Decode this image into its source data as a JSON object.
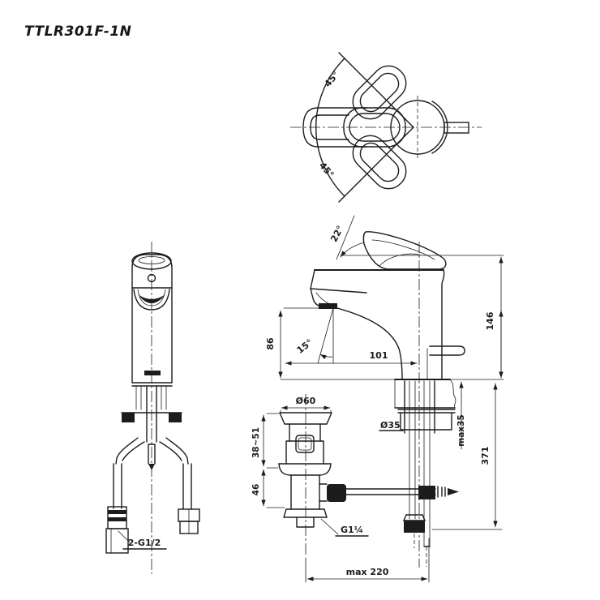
{
  "title": "TTLR301F-1N",
  "colors": {
    "ink": "#1c1c1c",
    "background": "#ffffff"
  },
  "top_view": {
    "angle_upper": "45°",
    "angle_lower": "45°"
  },
  "side_view": {
    "handle_angle": "22°",
    "spout_angle": "15°",
    "height_spout": "86",
    "reach": "101",
    "height_total": "146",
    "hole_diameter": "Ø35",
    "deck_thickness": "max35",
    "below_counter": "371",
    "rod_reach": "max 220"
  },
  "drain": {
    "flange_diameter": "Ø60",
    "adjustment": "38~51",
    "lower_height": "46",
    "thread": "G1¼"
  },
  "front_view": {
    "supply_thread": "2-G1/2"
  }
}
